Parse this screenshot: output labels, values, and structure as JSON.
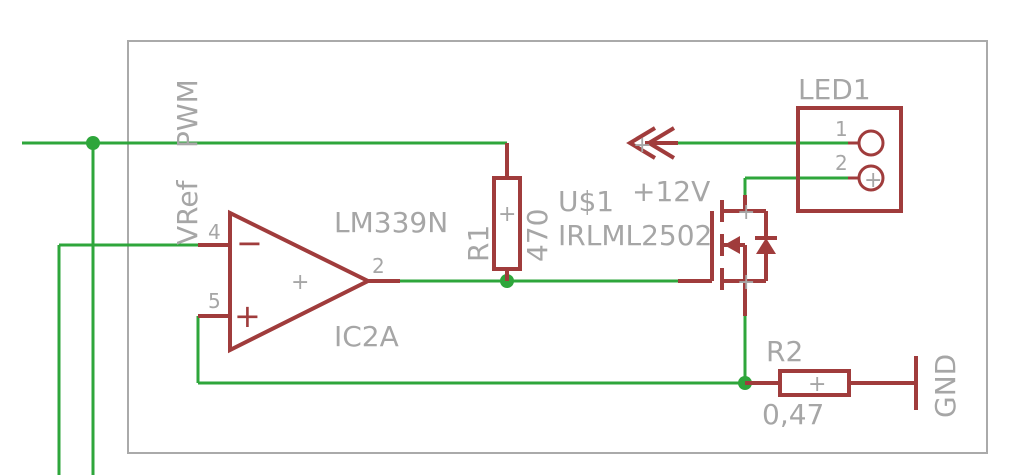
{
  "schematic": {
    "nets": {
      "pwm": "PWM",
      "vref": "VRef",
      "supply": "+12V",
      "ground": "GND"
    },
    "comparator": {
      "part": "LM339N",
      "ref": "IC2A",
      "pin_inv": "4",
      "pin_noninv": "5",
      "pin_out": "2",
      "minus_sign": "−",
      "plus_sign": "+"
    },
    "r1": {
      "ref": "R1",
      "value": "470"
    },
    "r2": {
      "ref": "R2",
      "value": "0,47"
    },
    "mosfet": {
      "ref": "U$1",
      "part": "IRLML2502"
    },
    "led": {
      "ref": "LED1",
      "pin1": "1",
      "pin2": "2"
    },
    "symbol_plus": "+"
  },
  "colors": {
    "wire": "#2ea63b",
    "component": "#a03c3c",
    "label": "#a6a6a6",
    "frame": "#aaaaaa"
  }
}
